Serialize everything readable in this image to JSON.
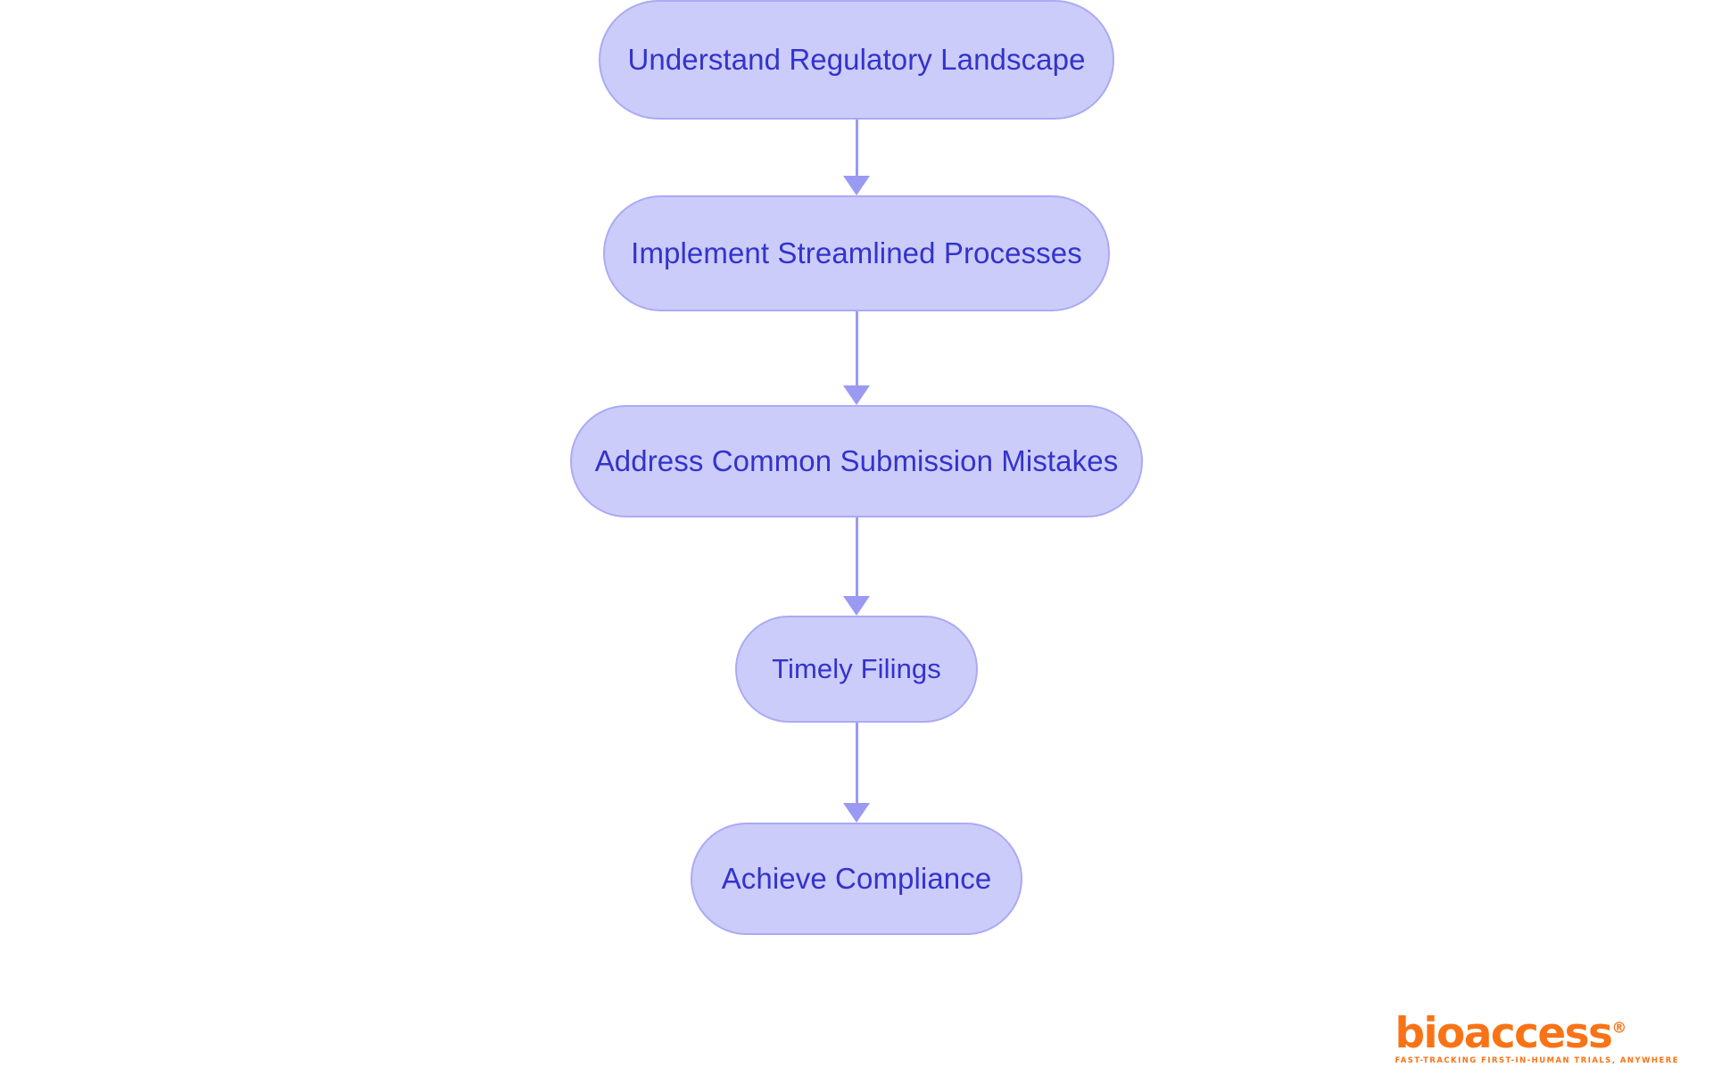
{
  "chart_data": {
    "type": "diagram",
    "diagram_type": "flowchart",
    "title": "",
    "orientation": "top-to-bottom",
    "nodes": [
      {
        "id": "n1",
        "label": "Understand Regulatory Landscape",
        "shape": "stadium",
        "order": 1
      },
      {
        "id": "n2",
        "label": "Implement Streamlined Processes",
        "shape": "stadium",
        "order": 2
      },
      {
        "id": "n3",
        "label": "Address Common Submission Mistakes",
        "shape": "stadium",
        "order": 3
      },
      {
        "id": "n4",
        "label": "Timely Filings",
        "shape": "stadium",
        "order": 4
      },
      {
        "id": "n5",
        "label": "Achieve Compliance",
        "shape": "stadium",
        "order": 5
      }
    ],
    "edges": [
      {
        "from": "n1",
        "to": "n2",
        "label": "",
        "arrow": "down"
      },
      {
        "from": "n2",
        "to": "n3",
        "label": "",
        "arrow": "down"
      },
      {
        "from": "n3",
        "to": "n4",
        "label": "",
        "arrow": "down"
      },
      {
        "from": "n4",
        "to": "n5",
        "label": "",
        "arrow": "down"
      }
    ],
    "colors": {
      "node_fill": "#CCCCFA",
      "node_border": "#AAAAF5",
      "node_text": "#3333CC",
      "edge": "#9A9AF2",
      "background": "#FFFFFF",
      "brand": "#F97316"
    }
  },
  "flowchart": {
    "background": "#FFFFFF",
    "steps": [
      {
        "label": "Understand Regulatory Landscape"
      },
      {
        "label": "Implement Streamlined Processes"
      },
      {
        "label": "Address Common Submission Mistakes"
      },
      {
        "label": "Timely Filings"
      },
      {
        "label": "Achieve Compliance"
      }
    ]
  },
  "brand": {
    "wordmark": "bioaccess",
    "registered_mark": "®",
    "tagline": "FAST-TRACKING FIRST-IN-HUMAN TRIALS, ANYWHERE",
    "color": "#F97316"
  }
}
